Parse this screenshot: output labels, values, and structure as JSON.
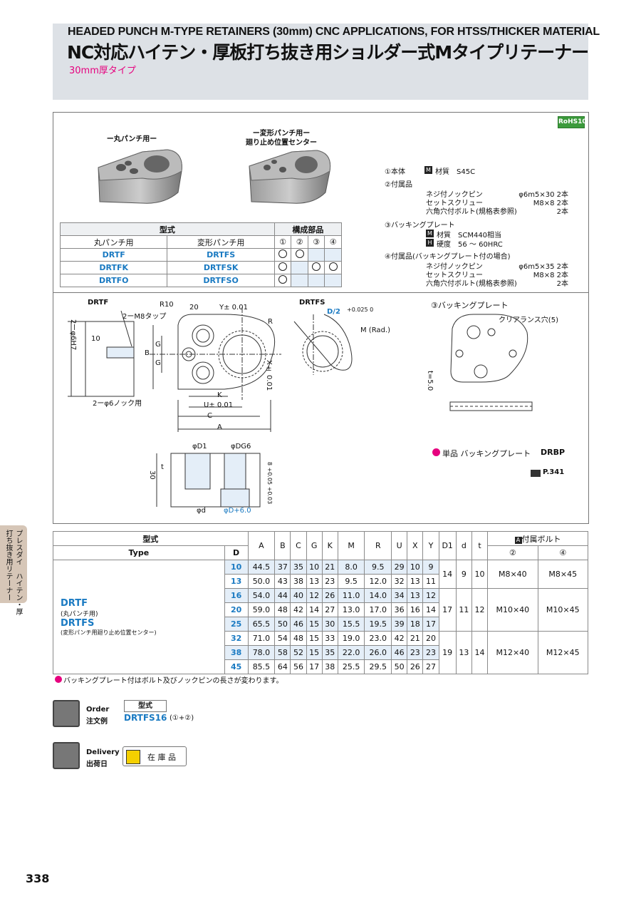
{
  "header": {
    "title_en": "HEADED PUNCH M-TYPE RETAINERS (30mm) CNC APPLICATIONS, FOR HTSS/THICKER MATERIAL",
    "title_jp": "NC対応ハイテン・厚板打ち抜き用ショルダー式Mタイプリテーナー",
    "subtitle": "30mm厚タイプ"
  },
  "rohs": "RoHS10",
  "photos": {
    "round_label": "ー丸パンチ用ー",
    "shaped_label_1": "ー変形パンチ用ー",
    "shaped_label_2": "廻り止め位置センター"
  },
  "parts": {
    "p1_title": "①本体",
    "p1_mat_icon": "M",
    "p1_mat": "材質　S45C",
    "p2_title": "②付属品",
    "p2_r1_name": "ネジ付ノックピン",
    "p2_r1_spec": "φ6m5×30 2本",
    "p2_r2_name": "セットスクリュー",
    "p2_r2_spec": "M8×8 2本",
    "p2_r3_name": "六角穴付ボルト(規格表参照)",
    "p2_r3_spec": "2本",
    "p3_title": "③バッキングプレート",
    "p3_mat_icon": "M",
    "p3_mat": "材質　SCM440相当",
    "p3_hard_icon": "H",
    "p3_hard": "硬度　56 ～ 60HRC",
    "p4_title": "④付属品(バッキングプレート付の場合)",
    "p4_r1_name": "ネジ付ノックピン",
    "p4_r1_spec": "φ6m5×35 2本",
    "p4_r2_name": "セットスクリュー",
    "p4_r2_spec": "M8×8 2本",
    "p4_r3_name": "六角穴付ボルト(規格表参照)",
    "p4_r3_spec": "2本"
  },
  "config_table": {
    "h_type": "型式",
    "h_parts": "構成部品",
    "h_round": "丸パンチ用",
    "h_shaped": "変形パンチ用",
    "cols": [
      "①",
      "②",
      "③",
      "④"
    ],
    "rows": [
      {
        "round": "DRTF",
        "shaped": "DRTFS",
        "marks": [
          true,
          true,
          false,
          false
        ]
      },
      {
        "round": "DRTFK",
        "shaped": "DRTFSK",
        "marks": [
          true,
          false,
          true,
          true
        ]
      },
      {
        "round": "DRTFO",
        "shaped": "DRTFSO",
        "marks": [
          true,
          false,
          false,
          false
        ]
      }
    ]
  },
  "drawings": {
    "drtf": "DRTF",
    "drtfs": "DRTFS",
    "backing": "③バッキングプレート",
    "r10": "R10",
    "d20": "20",
    "y": "Y± 0.01",
    "m8tap": "2ーM8タップ",
    "r": "R",
    "phi6h7": "2ーφ6H7",
    "d10": "10",
    "b": "B",
    "g1": "G",
    "g2": "G",
    "x": "X± 0.01",
    "k": "K",
    "u": "U± 0.01",
    "c": "C",
    "a": "A",
    "knock": "2ーφ6ノック用",
    "d2": "D/2",
    "d2tol": "+0.025 0",
    "m_rad": "M (Rad.)",
    "clearance": "クリアランス穴(5)",
    "t50": "t=5.0",
    "phiD1": "φD1",
    "phiDG6": "φDG6",
    "d30": "30",
    "t": "t",
    "tol8": "8 +0.05 +0.03",
    "phid": "φd",
    "phiD6": "φD+6.0",
    "single": "単品 バッキングプレート",
    "drbp": "DRBP",
    "ref": "P.341"
  },
  "spec_table": {
    "h_type_jp": "型式",
    "h_type_en": "Type",
    "h_d": "D",
    "cols": [
      "A",
      "B",
      "C",
      "G",
      "K",
      "M",
      "R",
      "U",
      "X",
      "Y",
      "D1",
      "d",
      "t"
    ],
    "h_bolt": "付属ボルト",
    "h_bolt_icon": "A",
    "h_b2": "②",
    "h_b4": "④",
    "type_drtf": "DRTF",
    "type_drtf_sub": "(丸パンチ用)",
    "type_drtfs": "DRTFS",
    "type_drtfs_sub": "(変形パンチ用廻り止め位置センター)",
    "rows": [
      [
        "10",
        "44.5",
        "37",
        "35",
        "10",
        "21",
        "8.0",
        "9.5",
        "29",
        "10",
        "9"
      ],
      [
        "13",
        "50.0",
        "43",
        "38",
        "13",
        "23",
        "9.5",
        "12.0",
        "32",
        "13",
        "11"
      ],
      [
        "16",
        "54.0",
        "44",
        "40",
        "12",
        "26",
        "11.0",
        "14.0",
        "34",
        "13",
        "12"
      ],
      [
        "20",
        "59.0",
        "48",
        "42",
        "14",
        "27",
        "13.0",
        "17.0",
        "36",
        "16",
        "14"
      ],
      [
        "25",
        "65.5",
        "50",
        "46",
        "15",
        "30",
        "15.5",
        "19.5",
        "39",
        "18",
        "17"
      ],
      [
        "32",
        "71.0",
        "54",
        "48",
        "15",
        "33",
        "19.0",
        "23.0",
        "42",
        "21",
        "20"
      ],
      [
        "38",
        "78.0",
        "58",
        "52",
        "15",
        "35",
        "22.0",
        "26.0",
        "46",
        "23",
        "23"
      ],
      [
        "45",
        "85.5",
        "64",
        "56",
        "17",
        "38",
        "25.5",
        "29.5",
        "50",
        "26",
        "27"
      ]
    ],
    "groups": [
      {
        "D1": "14",
        "d": "9",
        "t": "10",
        "b2": "M8×40",
        "b4": "M8×45"
      },
      {
        "D1": "17",
        "d": "11",
        "t": "12",
        "b2": "M10×40",
        "b4": "M10×45"
      },
      {
        "D1": "19",
        "d": "13",
        "t": "14",
        "b2": "M12×40",
        "b4": "M12×45"
      }
    ]
  },
  "note": "バッキングプレート付はボルト及びノックピンの長さが変わります。",
  "order": {
    "label_en": "Order",
    "label_jp": "注文例",
    "type_h": "型式",
    "example": "DRTFS16",
    "example_sub": "(①+②)"
  },
  "delivery": {
    "label_en": "Delivery",
    "label_jp": "出荷日",
    "stock": "在 庫 品"
  },
  "sidebar": {
    "line1": "プレスダイ　ハイテン・厚",
    "line2": "打ち抜き用リテーナー"
  },
  "page_number": "338"
}
